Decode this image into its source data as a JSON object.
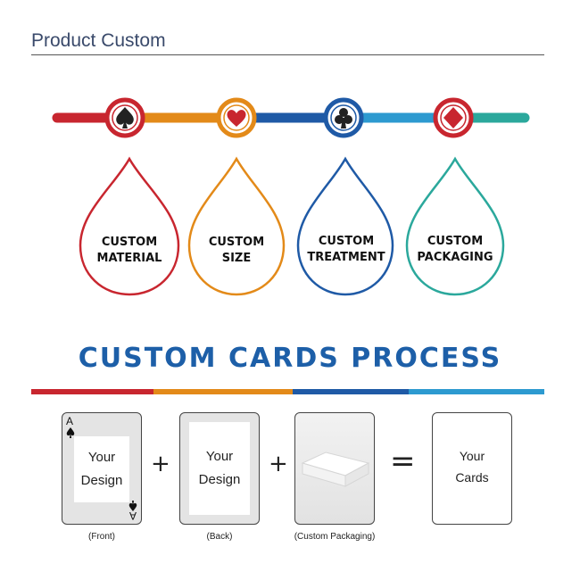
{
  "page": {
    "title": "Product Custom"
  },
  "steps": [
    {
      "label_line1": "CUSTOM",
      "label_line2": "MATERIAL",
      "suit_icon": "spade-icon",
      "color": "#c8262f"
    },
    {
      "label_line1": "CUSTOM",
      "label_line2": "SIZE",
      "suit_icon": "heart-icon",
      "color": "#e38a19"
    },
    {
      "label_line1": "CUSTOM",
      "label_line2": "TREATMENT",
      "suit_icon": "club-icon",
      "color": "#1f5aa6"
    },
    {
      "label_line1": "CUSTOM",
      "label_line2": "PACKAGING",
      "suit_icon": "diamond-icon",
      "color": "#2ba89c"
    }
  ],
  "timeline_colors": [
    "#c8262f",
    "#e38a19",
    "#1f5aa6",
    "#2d9ad0"
  ],
  "process": {
    "title": "CUSTOM CARDS PROCESS",
    "front": {
      "corner_rank": "A",
      "line1": "Your",
      "line2": "Design",
      "caption": "(Front)"
    },
    "back": {
      "line1": "Your",
      "line2": "Design",
      "caption": "(Back)"
    },
    "packaging": {
      "caption": "(Custom Packaging)"
    },
    "result": {
      "line1": "Your",
      "line2": "Cards"
    },
    "plus": "+",
    "equals": "="
  }
}
